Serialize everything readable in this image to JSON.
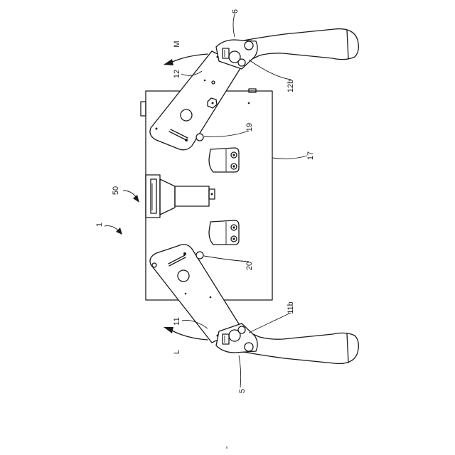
{
  "labels": {
    "mechanism": "1",
    "right_handle": "5",
    "left_handle": "6",
    "lower_arm": "11",
    "lower_arm_pivot": "11b",
    "upper_arm": "12",
    "upper_arm_pivot": "12b",
    "base_plate": "17",
    "upper_pin": "19",
    "lower_pin": "20",
    "center_unit": "50",
    "motion_L": "L",
    "motion_M": "M"
  },
  "colors": {
    "line": "#1a1a1a",
    "background": "#ffffff"
  }
}
